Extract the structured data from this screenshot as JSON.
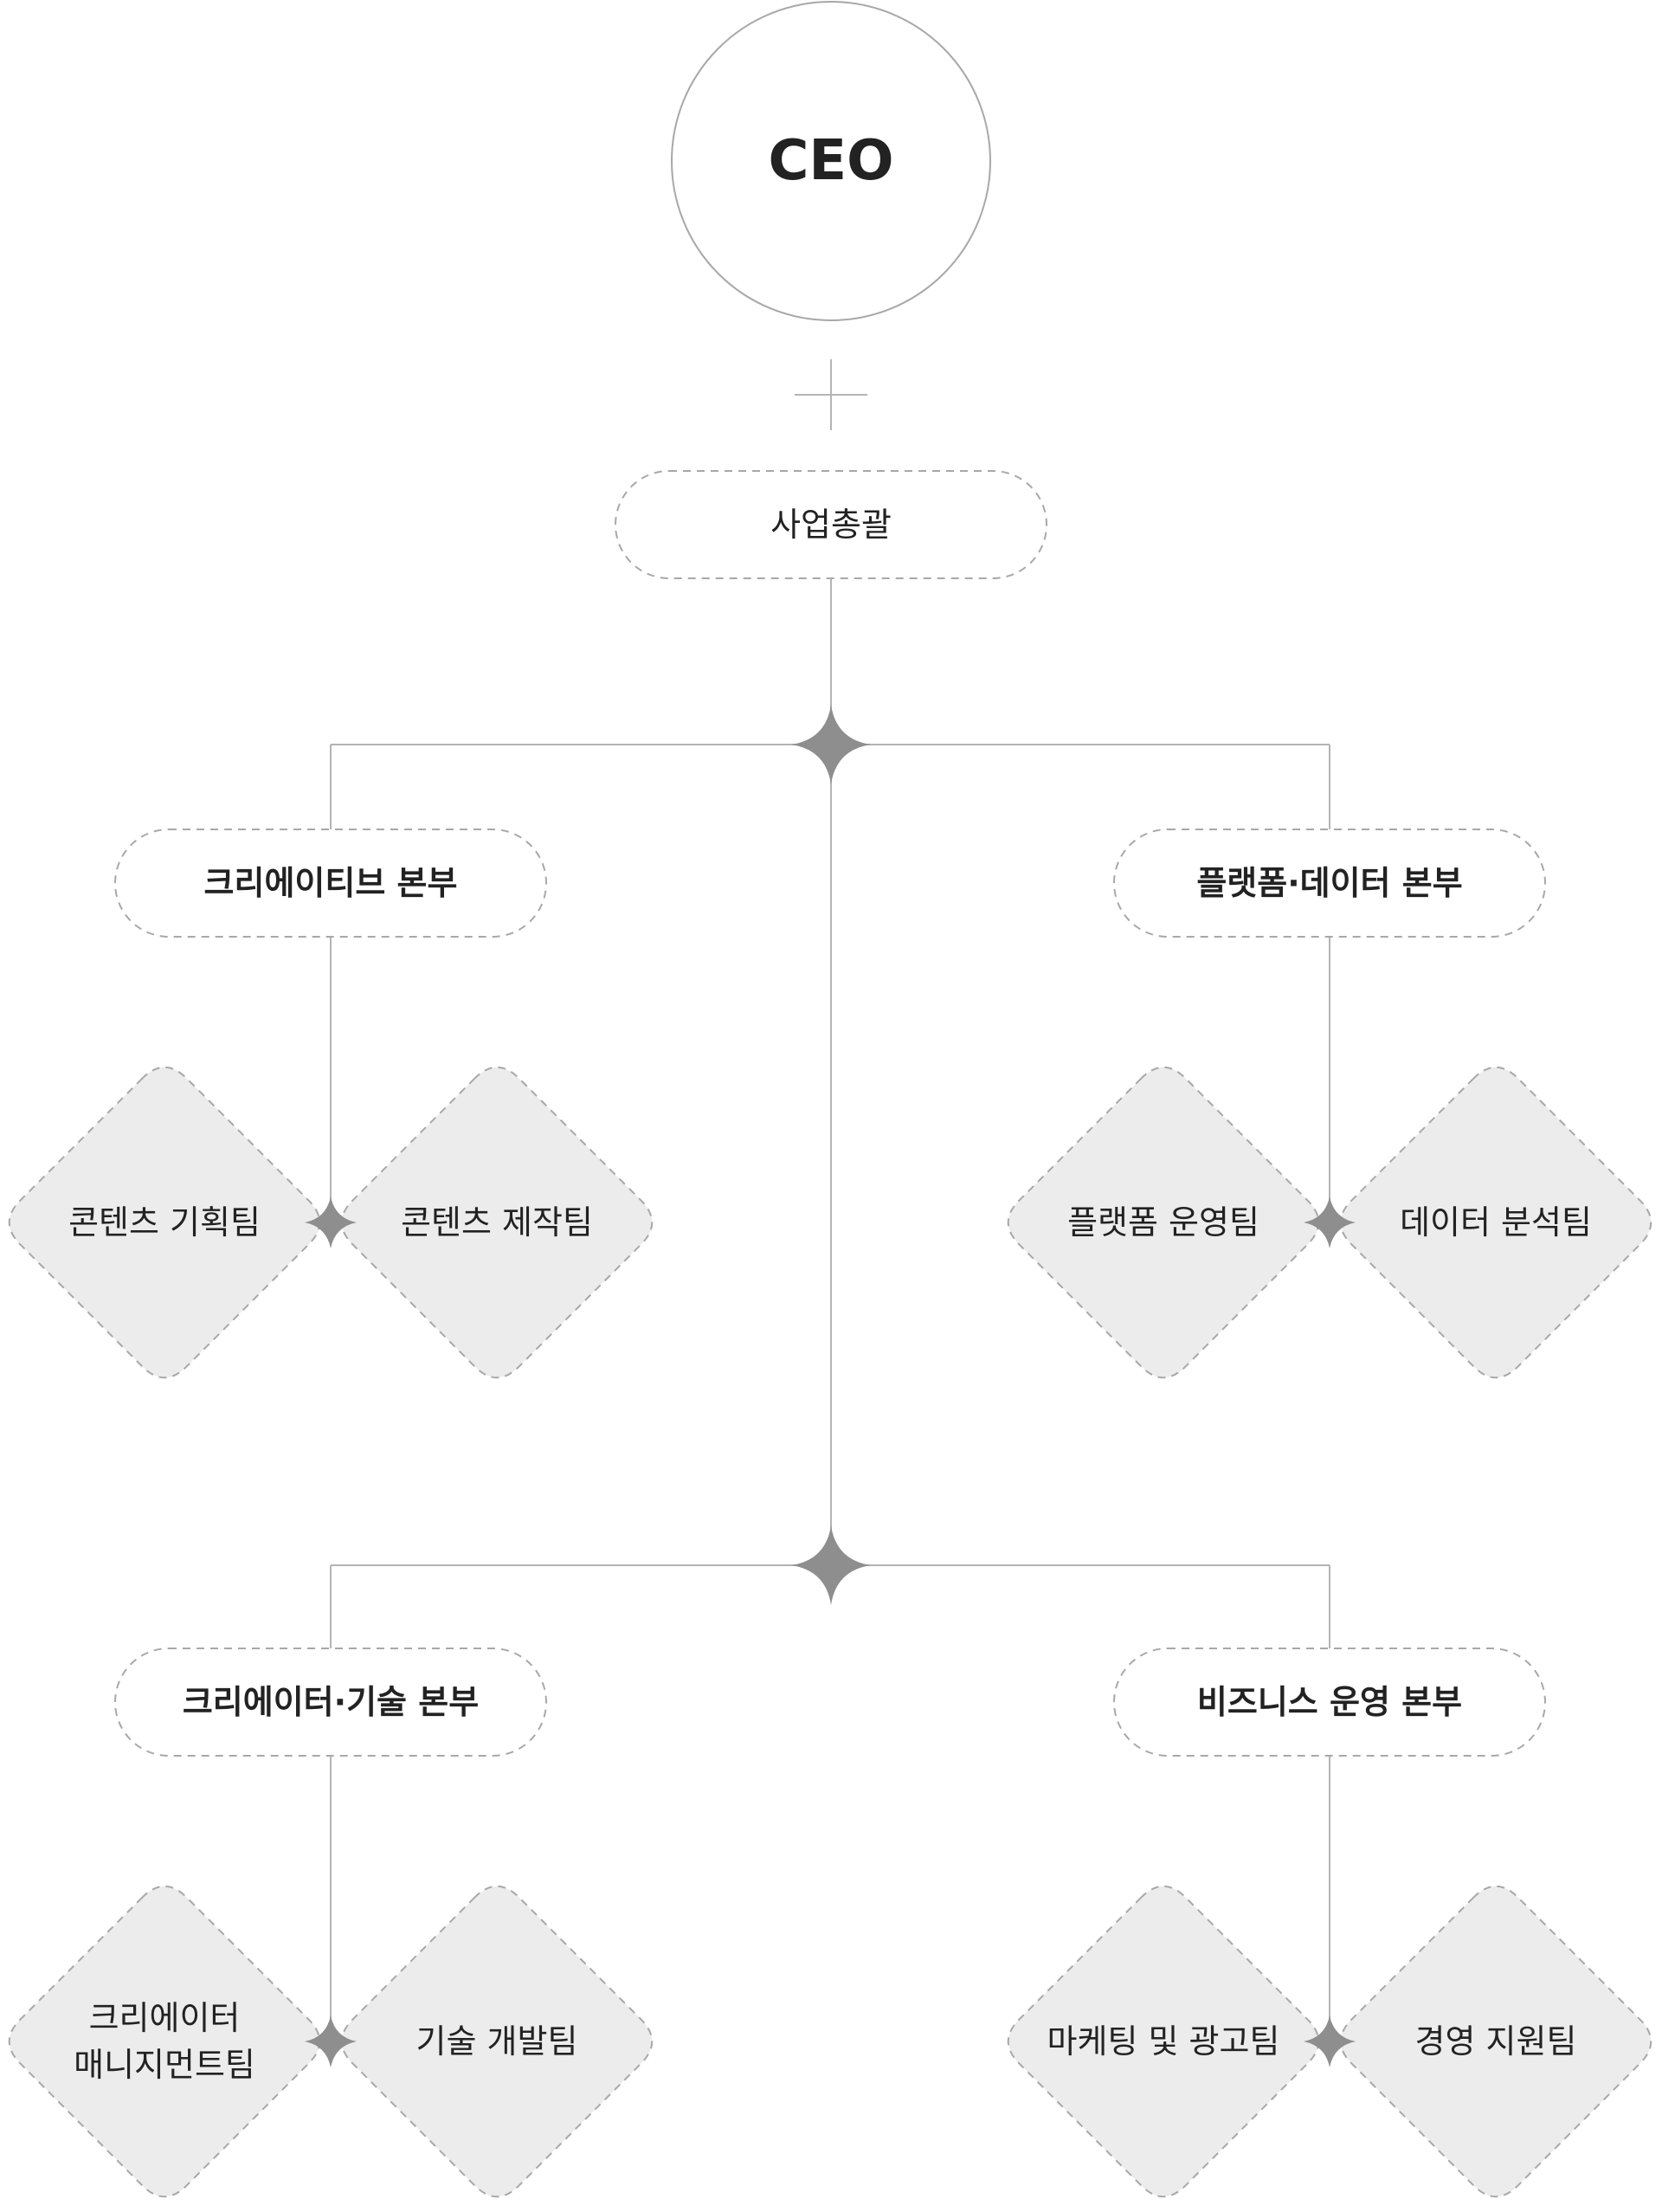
{
  "ceo": {
    "label": "CEO"
  },
  "general": {
    "label": "사업총괄"
  },
  "divisions": [
    {
      "label": "크리에이티브 본부",
      "teams": [
        "콘텐츠 기획팀",
        "콘텐츠 제작팀"
      ]
    },
    {
      "label": "플랫폼·데이터 본부",
      "teams": [
        "플랫폼 운영팀",
        "데이터 분석팀"
      ]
    },
    {
      "label": "크리에이터·기술 본부",
      "teams": [
        "크리에이터\n매니지먼트팀",
        "기술 개발팀"
      ]
    },
    {
      "label": "비즈니스 운영 본부",
      "teams": [
        "마케팅 및 광고팀",
        "경영 지원팀"
      ]
    }
  ],
  "colors": {
    "line": "#b4b4b4",
    "border": "#a8a8a8",
    "diamond_fill": "#ececec",
    "star": "#8e8e8e",
    "text": "#222222"
  }
}
